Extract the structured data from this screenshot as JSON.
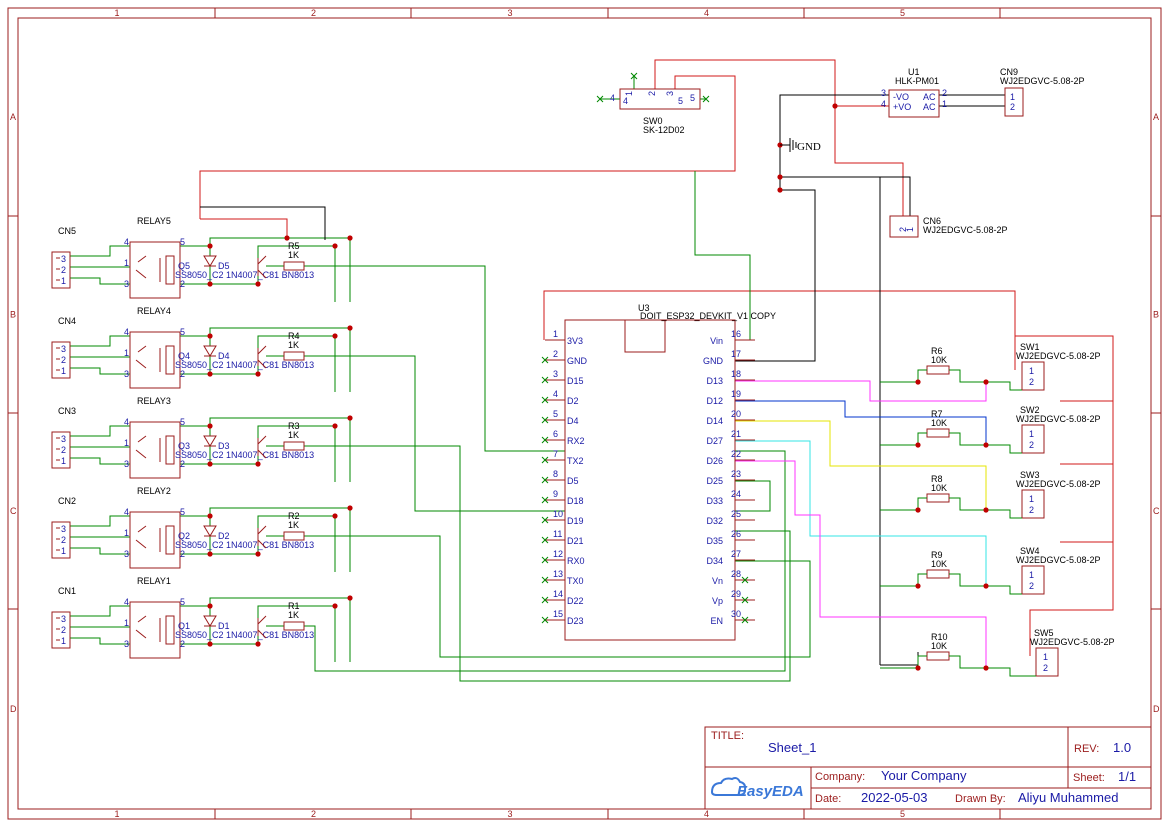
{
  "zones": {
    "cols": [
      "1",
      "2",
      "3",
      "4",
      "5"
    ],
    "rows": [
      "A",
      "B",
      "C",
      "D"
    ]
  },
  "power": {
    "sw0": {
      "ref": "SW0",
      "value": "SK-12D02",
      "pins": [
        "4",
        "1",
        "2",
        "3",
        "5"
      ]
    },
    "u1": {
      "ref": "U1",
      "value": "HLK-PM01",
      "pin_left": [
        "-VO",
        "+VO"
      ],
      "pin_right": [
        "AC",
        "AC"
      ],
      "num_left": [
        "3",
        "4"
      ],
      "num_right": [
        "2",
        "1"
      ]
    },
    "cn9": {
      "ref": "CN9",
      "value": "WJ2EDGVC-5.08-2P"
    },
    "cn6": {
      "ref": "CN6",
      "value": "WJ2EDGVC-5.08-2P"
    },
    "gnd": "GND"
  },
  "relay_channels": [
    {
      "cn": "CN5",
      "relay": "RELAY5",
      "q": "Q5",
      "d": "D5",
      "r": "R5",
      "rv": "1K"
    },
    {
      "cn": "CN4",
      "relay": "RELAY4",
      "q": "Q4",
      "d": "D4",
      "r": "R4",
      "rv": "1K"
    },
    {
      "cn": "CN3",
      "relay": "RELAY3",
      "q": "Q3",
      "d": "D3",
      "r": "R3",
      "rv": "1K"
    },
    {
      "cn": "CN2",
      "relay": "RELAY2",
      "q": "Q2",
      "d": "D2",
      "r": "R2",
      "rv": "1K"
    },
    {
      "cn": "CN1",
      "relay": "RELAY1",
      "q": "Q1",
      "d": "D1",
      "r": "R1",
      "rv": "1K"
    }
  ],
  "relay_part_text": "SS8050_C2 1N4007_C81 BN8013",
  "relay_pins": [
    "4",
    "1",
    "3",
    "5",
    "2"
  ],
  "cn_pins": [
    "3",
    "2",
    "1"
  ],
  "u3": {
    "ref": "U3",
    "value": "DOIT_ESP32_DEVKIT_V1 COPY",
    "left_pins": [
      {
        "n": "1",
        "l": "3V3"
      },
      {
        "n": "2",
        "l": "GND"
      },
      {
        "n": "3",
        "l": "D15"
      },
      {
        "n": "4",
        "l": "D2"
      },
      {
        "n": "5",
        "l": "D4"
      },
      {
        "n": "6",
        "l": "RX2"
      },
      {
        "n": "7",
        "l": "TX2"
      },
      {
        "n": "8",
        "l": "D5"
      },
      {
        "n": "9",
        "l": "D18"
      },
      {
        "n": "10",
        "l": "D19"
      },
      {
        "n": "11",
        "l": "D21"
      },
      {
        "n": "12",
        "l": "RX0"
      },
      {
        "n": "13",
        "l": "TX0"
      },
      {
        "n": "14",
        "l": "D22"
      },
      {
        "n": "15",
        "l": "D23"
      }
    ],
    "right_pins": [
      {
        "n": "16",
        "l": "Vin"
      },
      {
        "n": "17",
        "l": "GND"
      },
      {
        "n": "18",
        "l": "D13"
      },
      {
        "n": "19",
        "l": "D12"
      },
      {
        "n": "20",
        "l": "D14"
      },
      {
        "n": "21",
        "l": "D27"
      },
      {
        "n": "22",
        "l": "D26"
      },
      {
        "n": "23",
        "l": "D25"
      },
      {
        "n": "24",
        "l": "D33"
      },
      {
        "n": "25",
        "l": "D32"
      },
      {
        "n": "26",
        "l": "D35"
      },
      {
        "n": "27",
        "l": "D34"
      },
      {
        "n": "28",
        "l": "Vn"
      },
      {
        "n": "29",
        "l": "Vp"
      },
      {
        "n": "30",
        "l": "EN"
      }
    ]
  },
  "switches": [
    {
      "sw": "SW1",
      "r": "R6",
      "rv": "10K",
      "value": "WJ2EDGVC-5.08-2P"
    },
    {
      "sw": "SW2",
      "r": "R7",
      "rv": "10K",
      "value": "WJ2EDGVC-5.08-2P"
    },
    {
      "sw": "SW3",
      "r": "R8",
      "rv": "10K",
      "value": "WJ2EDGVC-5.08-2P"
    },
    {
      "sw": "SW4",
      "r": "R9",
      "rv": "10K",
      "value": "WJ2EDGVC-5.08-2P"
    },
    {
      "sw": "SW5",
      "r": "R10",
      "rv": "10K",
      "value": "WJ2EDGVC-5.08-2P"
    }
  ],
  "sw_pins": [
    "1",
    "2"
  ],
  "title_block": {
    "title_label": "TITLE:",
    "title": "Sheet_1",
    "rev_label": "REV:",
    "rev": "1.0",
    "company_label": "Company:",
    "company": "Your Company",
    "sheet_label": "Sheet:",
    "sheet": "1/1",
    "date_label": "Date:",
    "date": "2022-05-03",
    "drawn_label": "Drawn By:",
    "drawn": "Aliyu Muhammed",
    "logo": "EasyEDA"
  },
  "colors": {
    "frame": "#9b1c1c",
    "wire_green": "#008800",
    "wire_red": "#d11a1a",
    "wire_black": "#000000",
    "pin_text": "#1a1aa6",
    "d13": "#ff33ff",
    "d12": "#0033cc",
    "d14": "#e6e600",
    "d27": "#33e6e6",
    "d26": "#ff33ff"
  }
}
